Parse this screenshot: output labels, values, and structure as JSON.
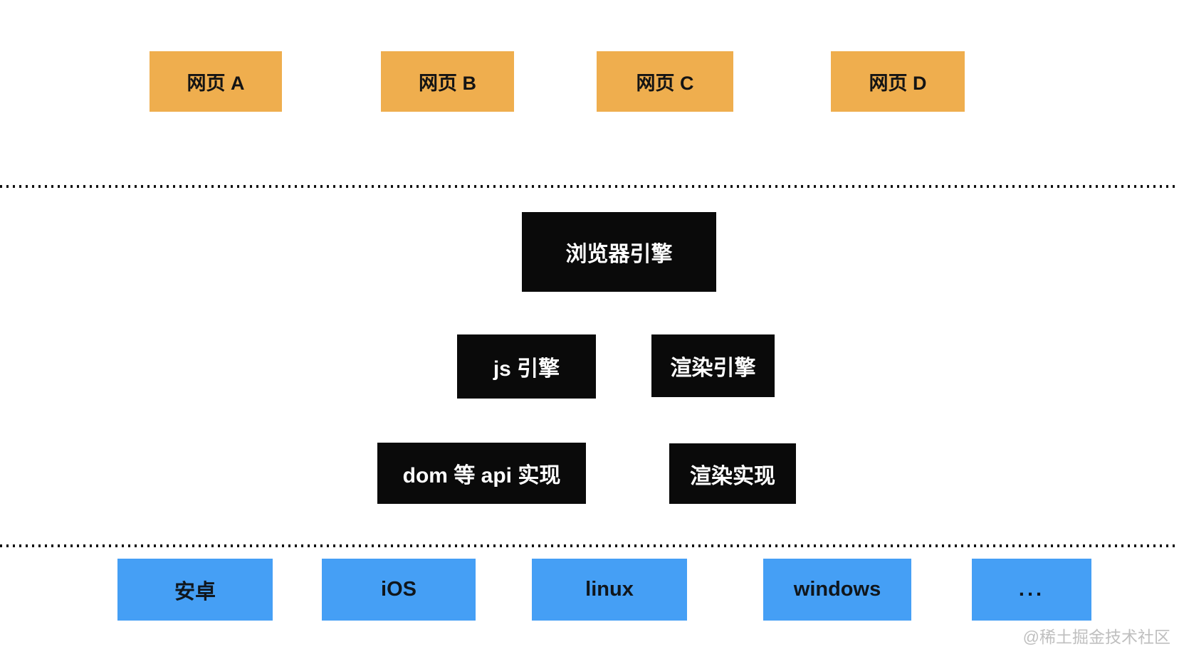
{
  "diagram_title": "browser-architecture-layers",
  "colors": {
    "webpage_box": "#efae4e",
    "engine_box": "#0a0a0a",
    "engine_text": "#ffffff",
    "platform_box": "#459ff5",
    "box_text_dark": "#141414",
    "dotted_divider": "#111111",
    "watermark_text": "#bfbfbf",
    "background": "#ffffff"
  },
  "webpages": [
    {
      "label": "网页 A"
    },
    {
      "label": "网页 B"
    },
    {
      "label": "网页 C"
    },
    {
      "label": "网页 D"
    }
  ],
  "browser_engine": {
    "label": "浏览器引擎"
  },
  "engines": [
    {
      "label": "js 引擎"
    },
    {
      "label": "渲染引擎"
    }
  ],
  "implementations": [
    {
      "label": "dom 等 api 实现"
    },
    {
      "label": "渲染实现"
    }
  ],
  "platforms": [
    {
      "label": "安卓"
    },
    {
      "label": "iOS"
    },
    {
      "label": "linux"
    },
    {
      "label": "windows"
    },
    {
      "label": "..."
    }
  ],
  "watermark": "@稀土掘金技术社区"
}
